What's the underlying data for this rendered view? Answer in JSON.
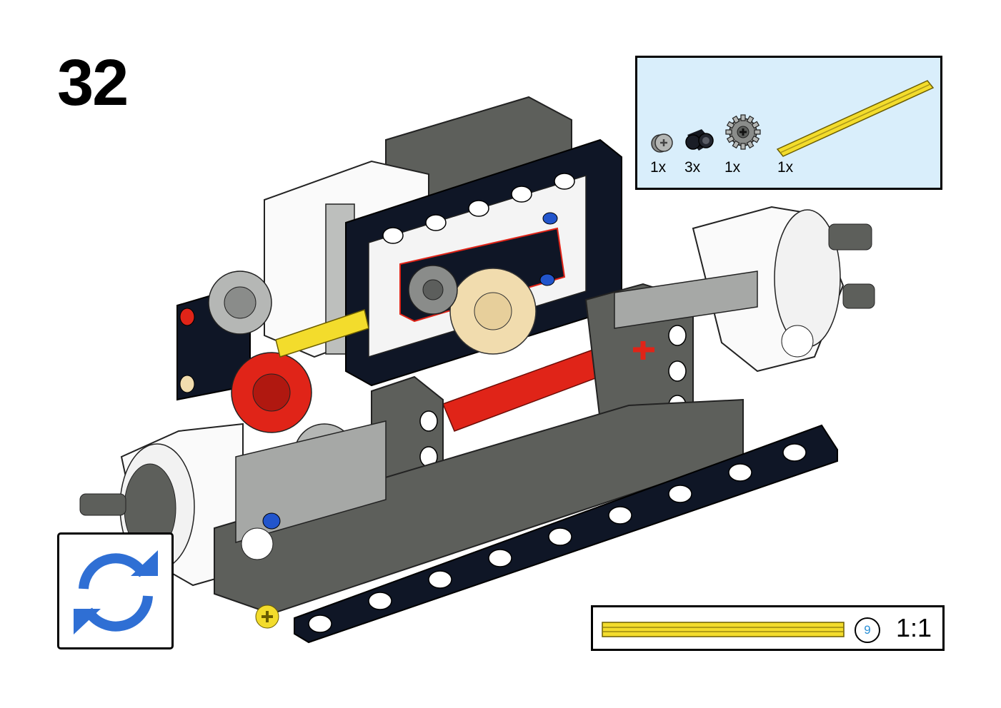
{
  "step": {
    "number": "32"
  },
  "parts_callout": {
    "items": [
      {
        "icon": "bush-half-icon",
        "count": "1x"
      },
      {
        "icon": "pin-connector-icon",
        "count": "3x"
      },
      {
        "icon": "gear-12-tooth-bevel-icon",
        "count": "1x"
      },
      {
        "icon": "axle-yellow-icon",
        "count": "1x"
      }
    ]
  },
  "rotate_indicator": {
    "icon": "rotate-model-icon"
  },
  "scale_callout": {
    "length": "9",
    "ratio": "1:1"
  },
  "colors": {
    "callout_bg": "#d9eefb",
    "black_part": "#0f1626",
    "dark_gray": "#5d5f5b",
    "light_gray": "#a6a8a6",
    "red": "#e02418",
    "yellow": "#f3dc2c",
    "tan": "#f1dcae",
    "blue": "#2255cc",
    "rotate_blue": "#2f6fd4"
  }
}
